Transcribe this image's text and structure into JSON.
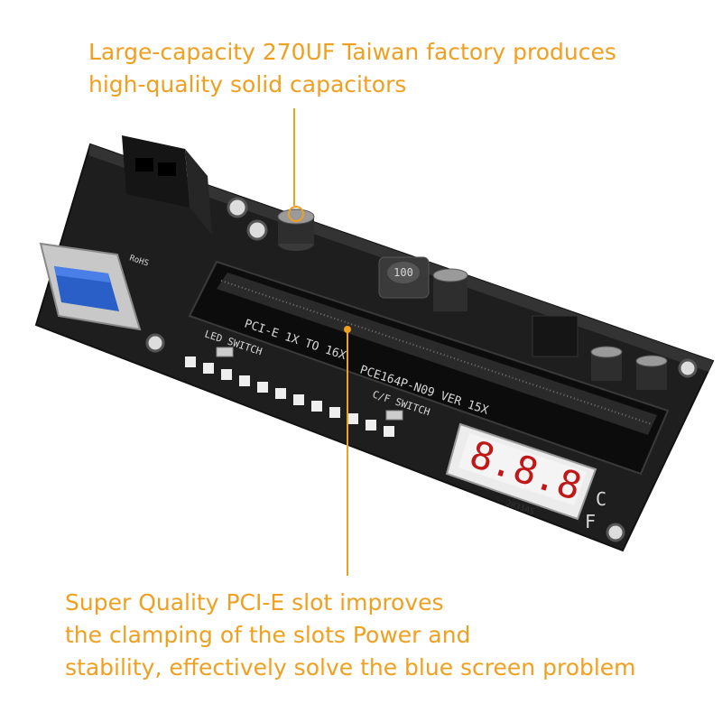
{
  "captions": {
    "top_line1": "Large-capacity 270UF Taiwan factory produces",
    "top_line2": "high-quality solid capacitors",
    "bottom_line1": "Super Quality PCI-E slot improves",
    "bottom_line2": "the clamping of the slots Power and",
    "bottom_line3": "stability, effectively solve the blue screen problem"
  },
  "board": {
    "label_pcie": "PCI-E 1X TO 16X",
    "label_model": "PCE164P-N09 VER 15X",
    "label_led_switch": "LED SWITCH",
    "label_cf_switch": "C/F SWITCH",
    "label_rohs": "RoHS",
    "label_inductor": "100",
    "label_display_chip": "2831AS",
    "display_digits": "8.8.8",
    "label_c": "C",
    "label_f": "F"
  },
  "colors": {
    "caption": "#f0a020",
    "pcb": "#1e1e1e",
    "usb_blue": "#2a5fc8",
    "display_red": "#c01818"
  }
}
